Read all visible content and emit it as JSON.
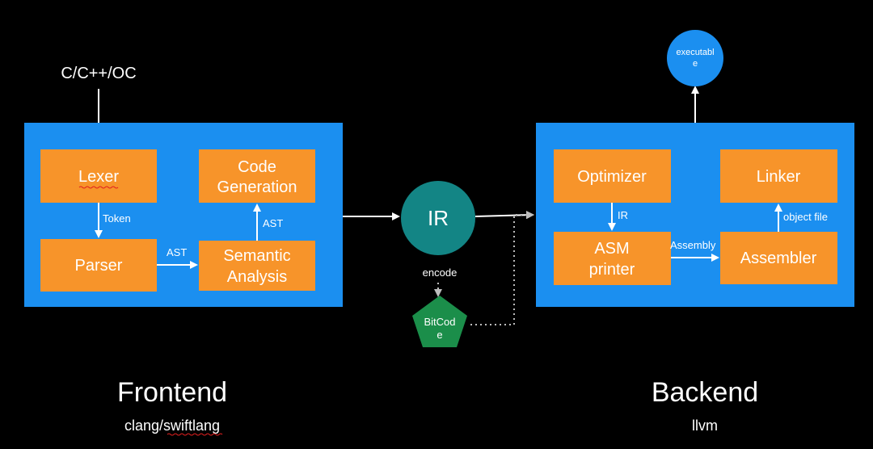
{
  "input_source": "C/C++/OC",
  "frontend": {
    "boxes": {
      "lexer": "Lexer",
      "parser": "Parser",
      "code_gen_line1": "Code",
      "code_gen_line2": "Generation",
      "semantic_line1": "Semantic",
      "semantic_line2": "Analysis"
    },
    "edges": {
      "lexer_to_parser": "Token",
      "parser_to_semantic": "AST",
      "semantic_to_codegen": "AST"
    },
    "title": "Frontend",
    "subtitle": "clang/swiftlang"
  },
  "ir": {
    "label": "IR",
    "encode_label": "encode",
    "bitcode_line1": "BitCod",
    "bitcode_line2": "e"
  },
  "backend": {
    "boxes": {
      "optimizer": "Optimizer",
      "linker": "Linker",
      "asm_line1": "ASM",
      "asm_line2": "printer",
      "assembler": "Assembler"
    },
    "edges": {
      "optimizer_to_asm": "IR",
      "asm_to_assembler": "Assembly",
      "assembler_to_linker": "object file"
    },
    "output_line1": "executabl",
    "output_line2": "e",
    "title": "Backend",
    "subtitle": "llvm"
  },
  "colors": {
    "background": "#000000",
    "panel_blue": "#1b8ff0",
    "box_orange": "#f7942a",
    "ir_teal": "#138585",
    "bitcode_green": "#1b8e4a",
    "executable_blue": "#1b8ff0"
  }
}
